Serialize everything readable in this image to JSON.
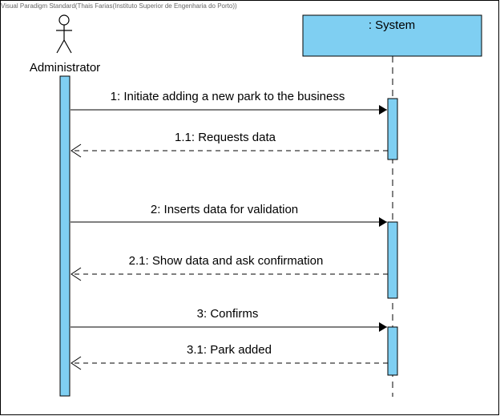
{
  "watermark": "Visual Paradigm Standard(Thais Farias(Instituto Superior de Engenharia do Porto))",
  "colors": {
    "activation_fill": "#7FCFF2",
    "lifeline_box_fill": "#7FCFF2",
    "line": "#000000",
    "background": "#ffffff"
  },
  "participants": {
    "actor": {
      "name": "Administrator",
      "icon": "stick-figure-actor-icon"
    },
    "system": {
      "name": ": System"
    }
  },
  "messages": [
    {
      "number": "1",
      "label": "1: Initiate adding a new park to the business",
      "kind": "sync",
      "direction": "to-system"
    },
    {
      "number": "1.1",
      "label": "1.1: Requests data",
      "kind": "return",
      "direction": "to-actor"
    },
    {
      "number": "2",
      "label": "2: Inserts data for validation",
      "kind": "sync",
      "direction": "to-system"
    },
    {
      "number": "2.1",
      "label": "2.1: Show data and ask confirmation",
      "kind": "return",
      "direction": "to-actor"
    },
    {
      "number": "3",
      "label": "3: Confirms",
      "kind": "sync",
      "direction": "to-system"
    },
    {
      "number": "3.1",
      "label": "3.1: Park added",
      "kind": "return",
      "direction": "to-actor"
    }
  ]
}
